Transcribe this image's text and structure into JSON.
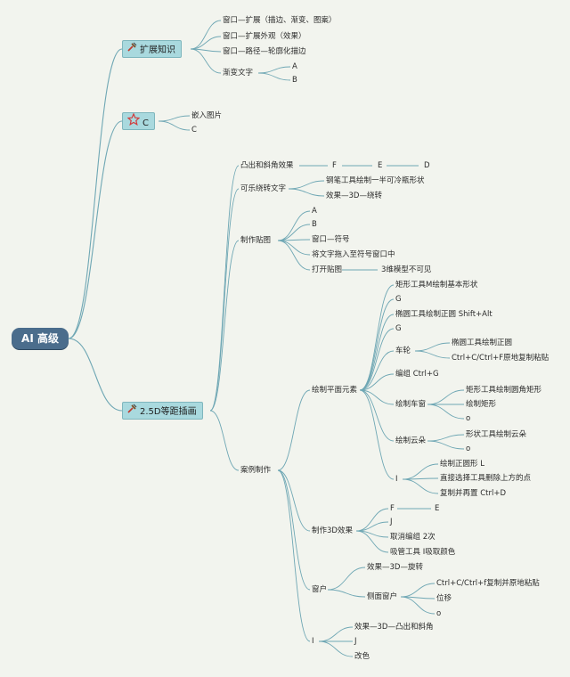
{
  "root": "AI 高级",
  "branches": {
    "b1": "扩展知识",
    "b2": "C",
    "b3": "2.5D等距插画"
  },
  "icons": {
    "b1": "tools-icon",
    "b2": "star-icon",
    "b3": "tools-icon"
  },
  "nodes": {
    "n01": "窗口—扩展（描边、渐变、图案）",
    "n02": "窗口—扩展外观（效果）",
    "n03": "窗口—路径—轮廓化描边",
    "n04": "渐变文字",
    "n05": "A",
    "n06": "B",
    "n07": "嵌入图片",
    "n08": "C",
    "n09": "凸出和斜角效果",
    "n10": "F",
    "n11": "E",
    "n12": "D",
    "n13": "可乐绕转文字",
    "n14": "钢笔工具绘制一半可冷瓶形状",
    "n15": "效果—3D—绕转",
    "n16": "制作贴图",
    "n17": "A",
    "n18": "B",
    "n19": "窗口—符号",
    "n20": "将文字拖入至符号窗口中",
    "n21": "打开贴图",
    "n22": "3维模型不可见",
    "n23": "案例制作",
    "n24": "绘制平面元素",
    "n25": "矩形工具M绘制基本形状",
    "n26": "G",
    "n27": "椭圆工具绘制正圆 Shift+Alt",
    "n28": "G",
    "n29": "车轮",
    "n30": "椭圆工具绘制正圆",
    "n31": "Ctrl+C/Ctrl+F原地复制粘贴",
    "n32": "编组 Ctrl+G",
    "n33": "绘制车窗",
    "n34": "矩形工具绘制圆角矩形",
    "n35": "绘制矩形",
    "n36": "o",
    "n37": "绘制云朵",
    "n38": "形状工具绘制云朵",
    "n39": "o",
    "n40": "I",
    "n41": "绘制正圆形 L",
    "n42": "直接选择工具删除上方的点",
    "n43": "复制并再置 Ctrl+D",
    "n44": "制作3D效果",
    "n45": "F",
    "n46": "E",
    "n47": "J",
    "n48": "取消编组 2次",
    "n49": "吸管工具 I吸取颜色",
    "n50": "窗户",
    "n51": "效果—3D—旋转",
    "n52": "侧面窗户",
    "n53": "Ctrl+C/Ctrl+f复制并原地粘贴",
    "n54": "位移",
    "n55": "o",
    "n56": "I",
    "n57": "效果—3D—凸出和斜角",
    "n58": "J",
    "n59": "改色"
  },
  "colors": {
    "background": "#f2f4ee",
    "root_fill": "#4b6d8c",
    "branch_fill": "#a9d9de",
    "branch_border": "#7fb6bd",
    "line": "#6fa7b4"
  }
}
